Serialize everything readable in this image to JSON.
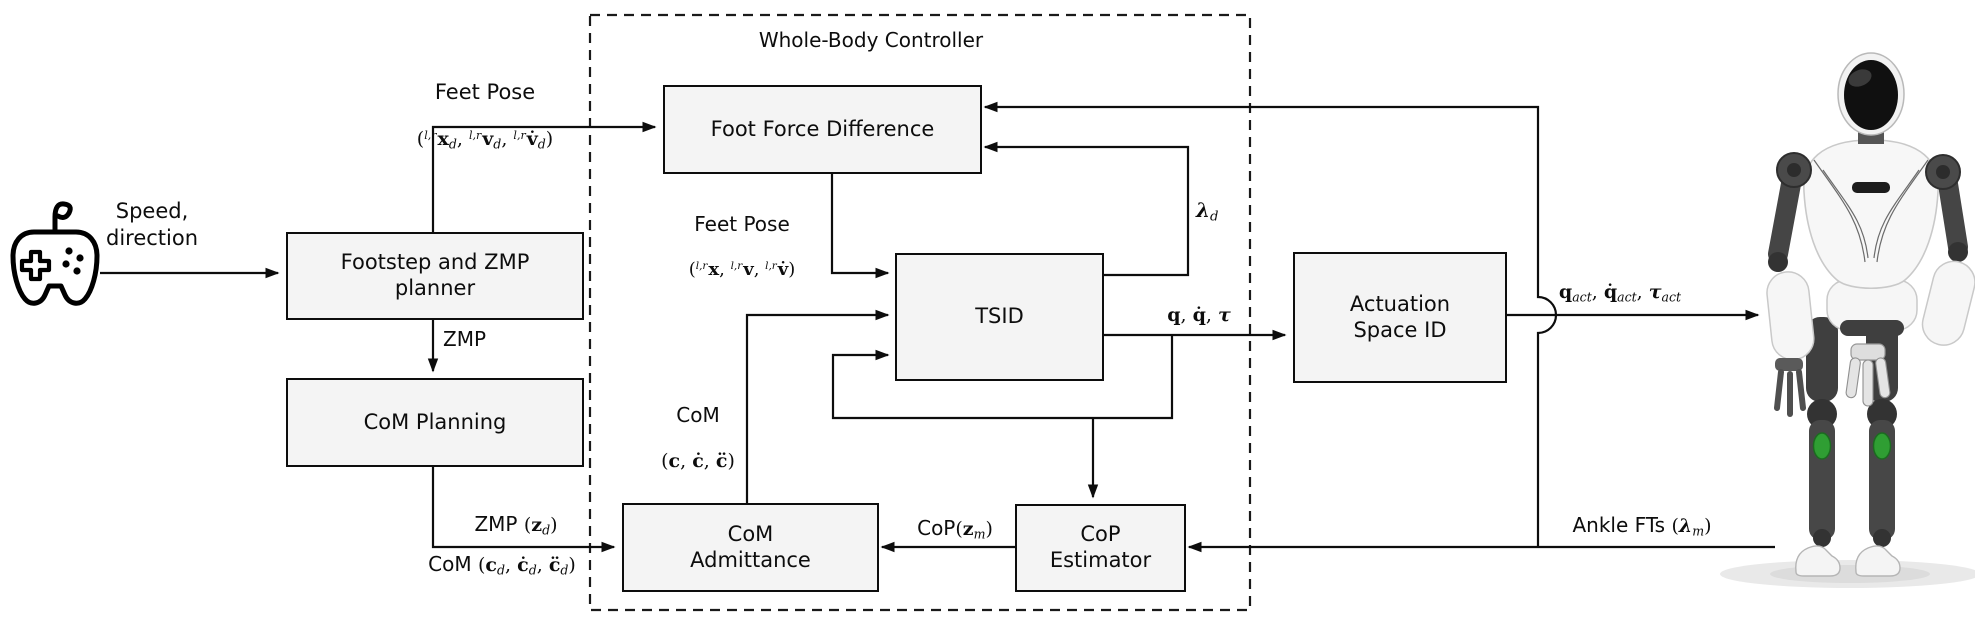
{
  "title": "Whole-Body Controller",
  "boxes": {
    "footstep_planner": "Footstep and ZMP\nplanner",
    "com_planning": "CoM Planning",
    "foot_force_difference": "Foot Force Difference",
    "tsid": "TSID",
    "actuation_space_id": "Actuation\nSpace ID",
    "com_admittance": "CoM\nAdmittance",
    "cop_estimator": "CoP\nEstimator"
  },
  "labels": {
    "speed_direction": "Speed,\ndirection",
    "zmp": "ZMP",
    "feet_pose_desired_title": "Feet Pose",
    "feet_pose_desired_math": [
      {
        "t": "("
      },
      {
        "t": "l,r",
        "c": "sup"
      },
      {
        "t": "x",
        "c": "b"
      },
      {
        "t": "d",
        "c": "sub"
      },
      {
        "t": ", "
      },
      {
        "t": "l,r",
        "c": "sup"
      },
      {
        "t": "v",
        "c": "b"
      },
      {
        "t": "d",
        "c": "sub"
      },
      {
        "t": ", "
      },
      {
        "t": "l,r",
        "c": "sup"
      },
      {
        "t": "v̇",
        "c": "b"
      },
      {
        "t": "d",
        "c": "sub"
      },
      {
        "t": ")"
      }
    ],
    "feet_pose_title": "Feet Pose",
    "feet_pose_math": [
      {
        "t": "("
      },
      {
        "t": "l,r",
        "c": "sup"
      },
      {
        "t": "x",
        "c": "b"
      },
      {
        "t": ", "
      },
      {
        "t": "l,r",
        "c": "sup"
      },
      {
        "t": "v",
        "c": "b"
      },
      {
        "t": ", "
      },
      {
        "t": "l,r",
        "c": "sup"
      },
      {
        "t": "v̇",
        "c": "b"
      },
      {
        "t": ")"
      }
    ],
    "com_title": "CoM",
    "com_math": [
      {
        "t": "("
      },
      {
        "t": "c",
        "c": "b"
      },
      {
        "t": ", "
      },
      {
        "t": "ċ",
        "c": "b"
      },
      {
        "t": ", "
      },
      {
        "t": "c̈",
        "c": "b"
      },
      {
        "t": ")"
      }
    ],
    "lambda_d": [
      {
        "t": "λ",
        "c": "bi"
      },
      {
        "t": "d",
        "c": "sub"
      }
    ],
    "q_qd_tau": [
      {
        "t": "q",
        "c": "b"
      },
      {
        "t": ", "
      },
      {
        "t": "q̇",
        "c": "b"
      },
      {
        "t": ", "
      },
      {
        "t": "τ",
        "c": "bi"
      }
    ],
    "zmp_zd": [
      {
        "t": "ZMP ",
        "c": "sans"
      },
      {
        "t": "("
      },
      {
        "t": "z",
        "c": "b"
      },
      {
        "t": "d",
        "c": "sub"
      },
      {
        "t": ")"
      }
    ],
    "com_cd": [
      {
        "t": "CoM ",
        "c": "sans"
      },
      {
        "t": "("
      },
      {
        "t": "c",
        "c": "b"
      },
      {
        "t": "d",
        "c": "sub"
      },
      {
        "t": ", "
      },
      {
        "t": "ċ",
        "c": "b"
      },
      {
        "t": "d",
        "c": "sub"
      },
      {
        "t": ", "
      },
      {
        "t": "c̈",
        "c": "b"
      },
      {
        "t": "d",
        "c": "sub"
      },
      {
        "t": ")"
      }
    ],
    "cop_zm": [
      {
        "t": "CoP",
        "c": "sans"
      },
      {
        "t": "("
      },
      {
        "t": "z",
        "c": "b"
      },
      {
        "t": "m",
        "c": "sub"
      },
      {
        "t": ")"
      }
    ],
    "q_act": [
      {
        "t": "q",
        "c": "b"
      },
      {
        "t": "act",
        "c": "sub"
      },
      {
        "t": ", "
      },
      {
        "t": "q̇",
        "c": "b"
      },
      {
        "t": "act",
        "c": "sub"
      },
      {
        "t": ", "
      },
      {
        "t": "τ",
        "c": "bi"
      },
      {
        "t": "act",
        "c": "sub"
      }
    ],
    "ankle_fts": [
      {
        "t": "Ankle FTs ",
        "c": "sans"
      },
      {
        "t": "("
      },
      {
        "t": "λ",
        "c": "bi"
      },
      {
        "t": "m",
        "c": "sub"
      },
      {
        "t": ")"
      }
    ]
  },
  "icons": {
    "gamepad": "game-controller",
    "robot": "humanoid-robot"
  },
  "edges": [
    {
      "from": "gamepad",
      "to": "footstep_planner",
      "label": "Speed, direction"
    },
    {
      "from": "footstep_planner",
      "to": "foot_force_difference",
      "label": "Feet Pose (l,r xd, l,r vd, l,r v̇d)"
    },
    {
      "from": "footstep_planner",
      "to": "com_planning",
      "label": "ZMP"
    },
    {
      "from": "com_planning",
      "to": "com_admittance",
      "label": "ZMP (zd) / CoM (cd, ċd, c̈d)"
    },
    {
      "from": "foot_force_difference",
      "to": "tsid",
      "label": "Feet Pose (l,r x, l,r v, l,r v̇)"
    },
    {
      "from": "com_admittance",
      "to": "tsid",
      "label": "CoM (c, ċ, c̈)"
    },
    {
      "from": "tsid",
      "to": "foot_force_difference",
      "label": "λd"
    },
    {
      "from": "tsid",
      "to": "actuation_space_id",
      "label": "q, q̇, τ"
    },
    {
      "from": "tsid",
      "to": "tsid",
      "label": "state feedback loop"
    },
    {
      "from": "tsid",
      "to": "cop_estimator",
      "label": ""
    },
    {
      "from": "cop_estimator",
      "to": "com_admittance",
      "label": "CoP(zm)"
    },
    {
      "from": "robot",
      "to": "cop_estimator",
      "label": "Ankle FTs (λm)"
    },
    {
      "from": "robot",
      "to": "foot_force_difference",
      "label": ""
    },
    {
      "from": "actuation_space_id",
      "to": "robot",
      "label": "qact, q̇act, τact"
    }
  ],
  "colors": {
    "background": "#ffffff",
    "box_fill": "#f4f4f4",
    "line": "#0d0d0d",
    "robot_accent_green": "#2f9e33"
  }
}
